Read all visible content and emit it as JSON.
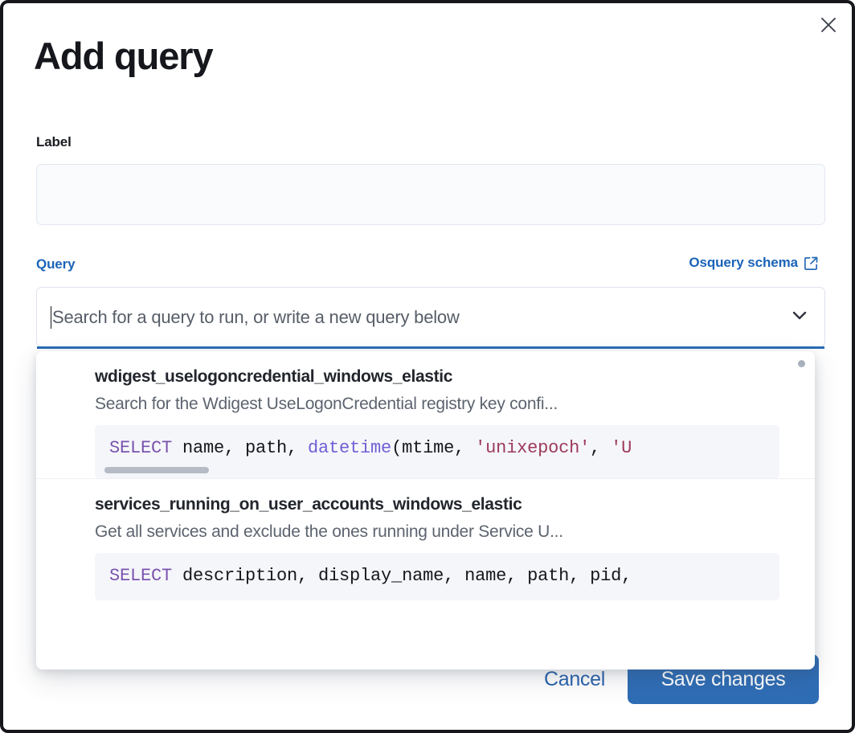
{
  "modal": {
    "title": "Add query",
    "close_icon": "close-icon"
  },
  "label_field": {
    "label": "Label",
    "value": "",
    "placeholder": ""
  },
  "query_field": {
    "label": "Query",
    "schema_link_text": "Osquery schema",
    "schema_link_icon": "external-link-icon",
    "combo_placeholder": "Search for a query to run, or write a new query below",
    "combo_value": "",
    "chevron_icon": "chevron-down-icon"
  },
  "dropdown": {
    "scroll_indicator": "scroll-dot-indicator",
    "items": [
      {
        "title": "wdigest_uselogoncredential_windows_elastic",
        "description": "Search for the Wdigest UseLogonCredential registry key confi...",
        "sql_tokens": [
          {
            "t": "SELECT",
            "c": "kw"
          },
          {
            "t": " name, path, ",
            "c": "pl"
          },
          {
            "t": "datetime",
            "c": "fn"
          },
          {
            "t": "(mtime, ",
            "c": "pl"
          },
          {
            "t": "'unixepoch'",
            "c": "str"
          },
          {
            "t": ", ",
            "c": "pl"
          },
          {
            "t": "'U",
            "c": "str"
          }
        ],
        "sql_text": "SELECT name, path, datetime(mtime, 'unixepoch', 'U",
        "has_scrollbar": true
      },
      {
        "title": "services_running_on_user_accounts_windows_elastic",
        "description": "Get all services and exclude the ones running under Service U...",
        "sql_tokens": [
          {
            "t": "SELECT",
            "c": "kw"
          },
          {
            "t": " description, display_name, name, path, pid,",
            "c": "pl"
          }
        ],
        "sql_text": "SELECT description, display_name, name, path, pid,",
        "has_scrollbar": false
      }
    ]
  },
  "footer": {
    "cancel_label": "Cancel",
    "save_label": "Save changes"
  },
  "colors": {
    "accent_blue": "#1b64b8",
    "button_blue": "#2f6db5",
    "focus_underline": "#2a6cb8",
    "text_dark": "#16171c",
    "code_bg": "#f5f6fa"
  }
}
